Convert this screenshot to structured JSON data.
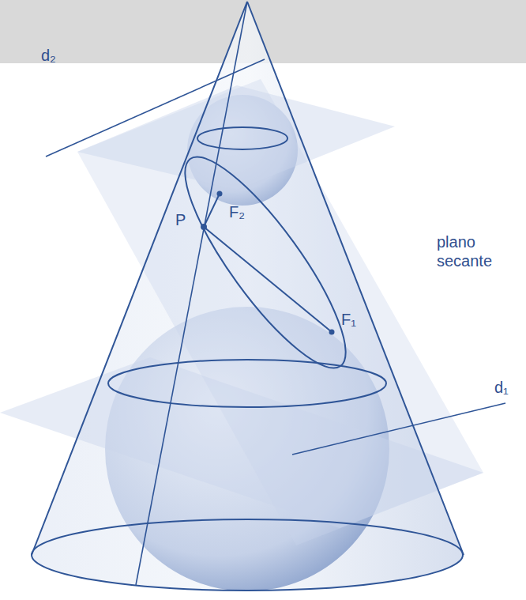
{
  "diagram": {
    "labels": [
      "d₂",
      "P",
      "F₂",
      "plano secante",
      "F₁",
      "d₁"
    ]
  }
}
